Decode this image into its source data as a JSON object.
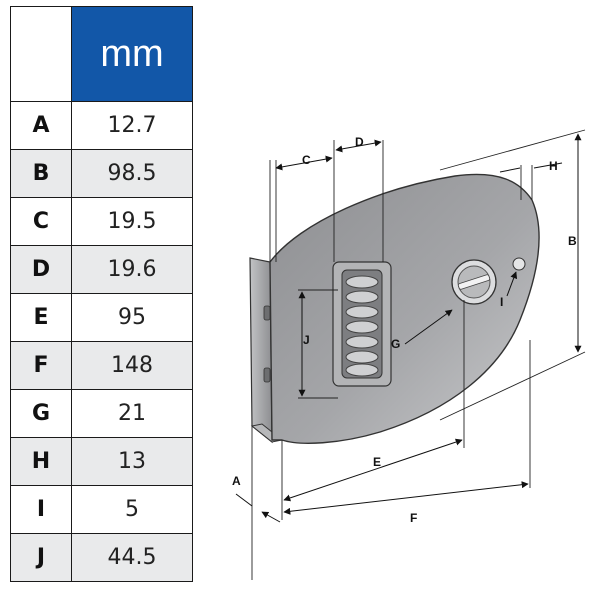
{
  "table": {
    "unit_header": "mm",
    "rows": [
      {
        "label": "A",
        "value": "12.7"
      },
      {
        "label": "B",
        "value": "98.5"
      },
      {
        "label": "C",
        "value": "19.5"
      },
      {
        "label": "D",
        "value": "19.6"
      },
      {
        "label": "E",
        "value": "95"
      },
      {
        "label": "F",
        "value": "148"
      },
      {
        "label": "G",
        "value": "21"
      },
      {
        "label": "H",
        "value": "13"
      },
      {
        "label": "I",
        "value": "5"
      },
      {
        "label": "J",
        "value": "44.5"
      }
    ]
  },
  "colors": {
    "header_blue": "#1257a8",
    "row_shade": "#e9eaeb",
    "plate_gray": "#9a9b9e"
  },
  "drawing": {
    "labels": {
      "A": "A",
      "B": "B",
      "C": "C",
      "D": "D",
      "E": "E",
      "F": "F",
      "G": "G",
      "H": "H",
      "I": "I",
      "J": "J"
    }
  }
}
